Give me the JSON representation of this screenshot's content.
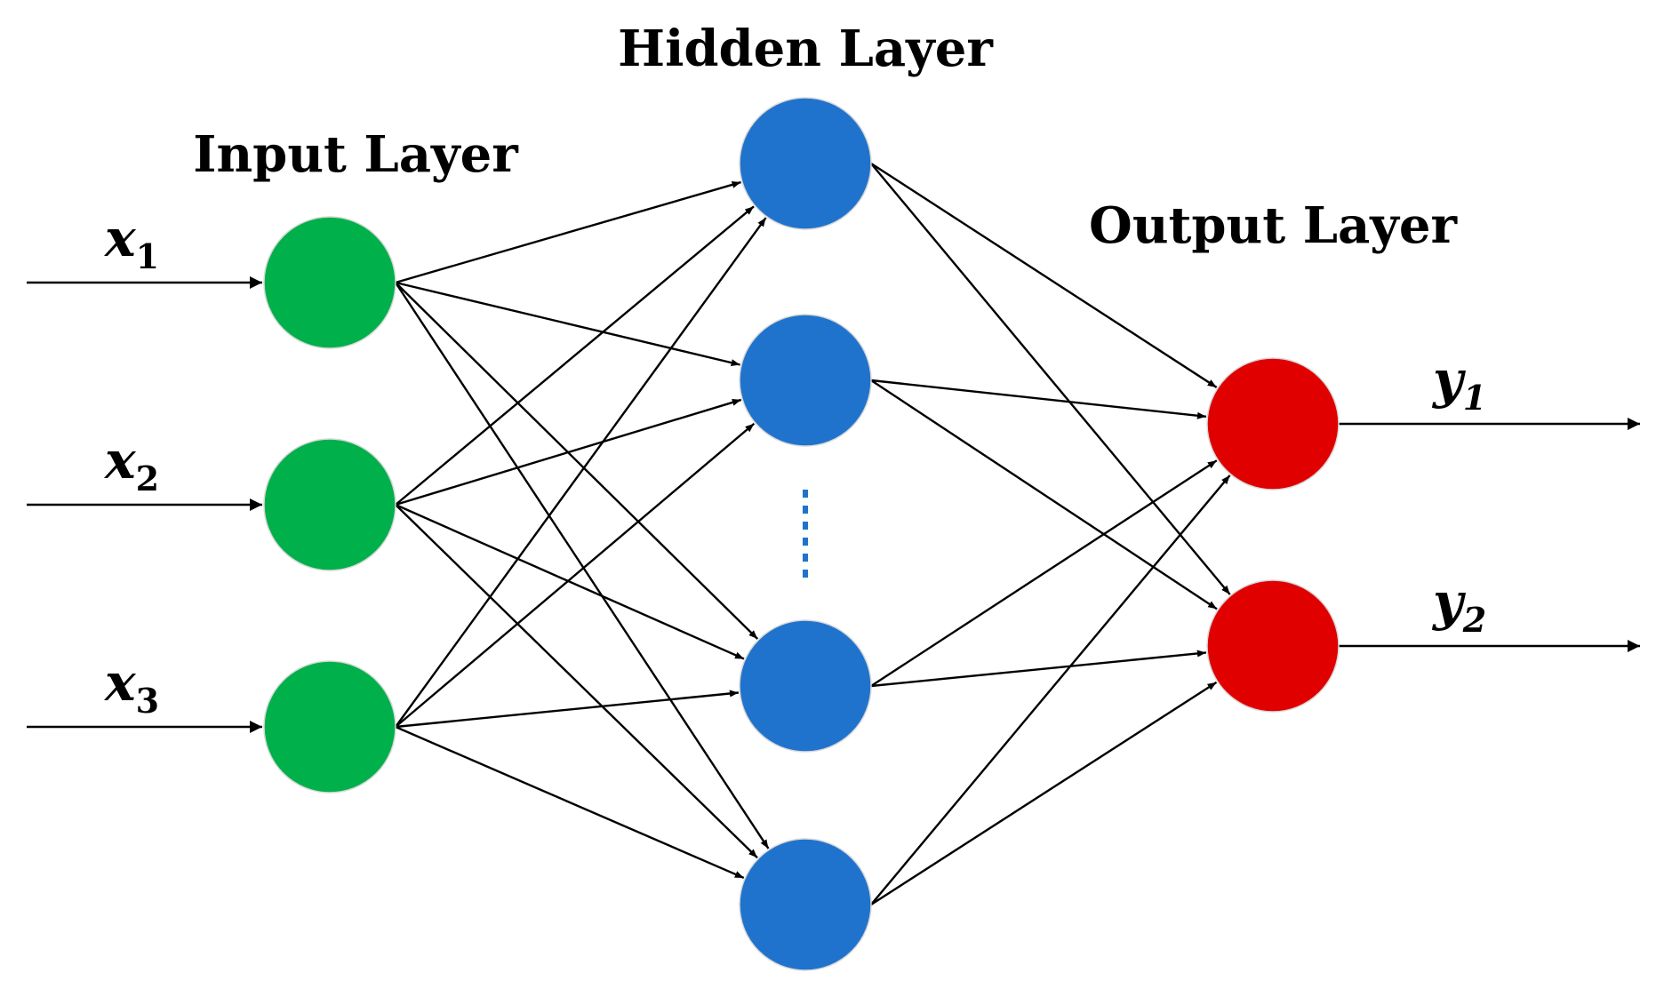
{
  "titles": {
    "input": "Input Layer",
    "hidden": "Hidden Layer",
    "output": "Output Layer"
  },
  "inputs": [
    {
      "var": "x",
      "sub": "1"
    },
    {
      "var": "x",
      "sub": "2"
    },
    {
      "var": "x",
      "sub": "3"
    }
  ],
  "outputs": [
    {
      "var": "y",
      "sub": "1"
    },
    {
      "var": "y",
      "sub": "2"
    }
  ],
  "hidden_node_count": 4,
  "colors": {
    "input_node": "#00b04a",
    "hidden_node": "#1f73cc",
    "output_node": "#e00000",
    "edge": "#000000",
    "ellipsis": "#1f73cc"
  }
}
